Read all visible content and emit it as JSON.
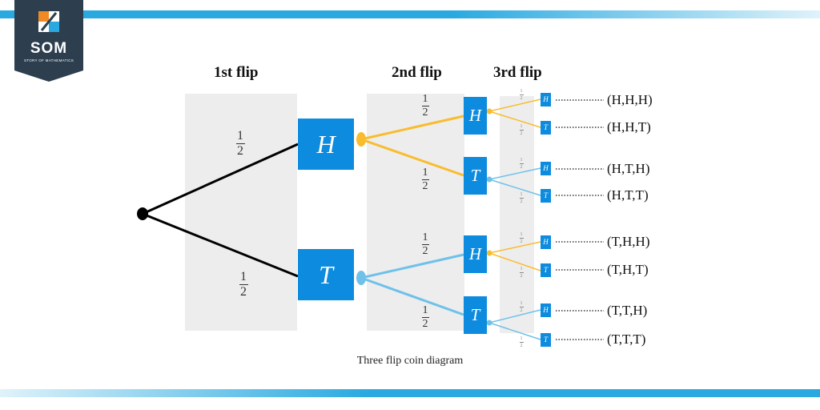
{
  "logo": {
    "text": "SOM",
    "subtext": "STORY OF MATHEMATICS"
  },
  "headings": {
    "first": "1st flip",
    "second": "2nd flip",
    "third": "3rd flip"
  },
  "probability": {
    "num": "1",
    "den": "2"
  },
  "nodes": {
    "first_h": "H",
    "first_t": "T",
    "second_h1": "H",
    "second_t1": "T",
    "second_h2": "H",
    "second_t2": "T",
    "third": [
      "H",
      "T",
      "H",
      "T",
      "H",
      "T",
      "H",
      "T"
    ]
  },
  "outcomes": [
    "(H,H,H)",
    "(H,H,T)",
    "(H,T,H)",
    "(H,T,T)",
    "(T,H,H)",
    "(T,H,T)",
    "(T,T,H)",
    "(T,T,T)"
  ],
  "caption": "Three flip coin diagram",
  "colors": {
    "box": "#0d8bde",
    "yellow": "#f9bc2f",
    "light_blue": "#6fc1ea",
    "root": "#000000",
    "panel": "#ededed",
    "bar": "#29a9e0",
    "logo_bg": "#2d3e4f"
  }
}
